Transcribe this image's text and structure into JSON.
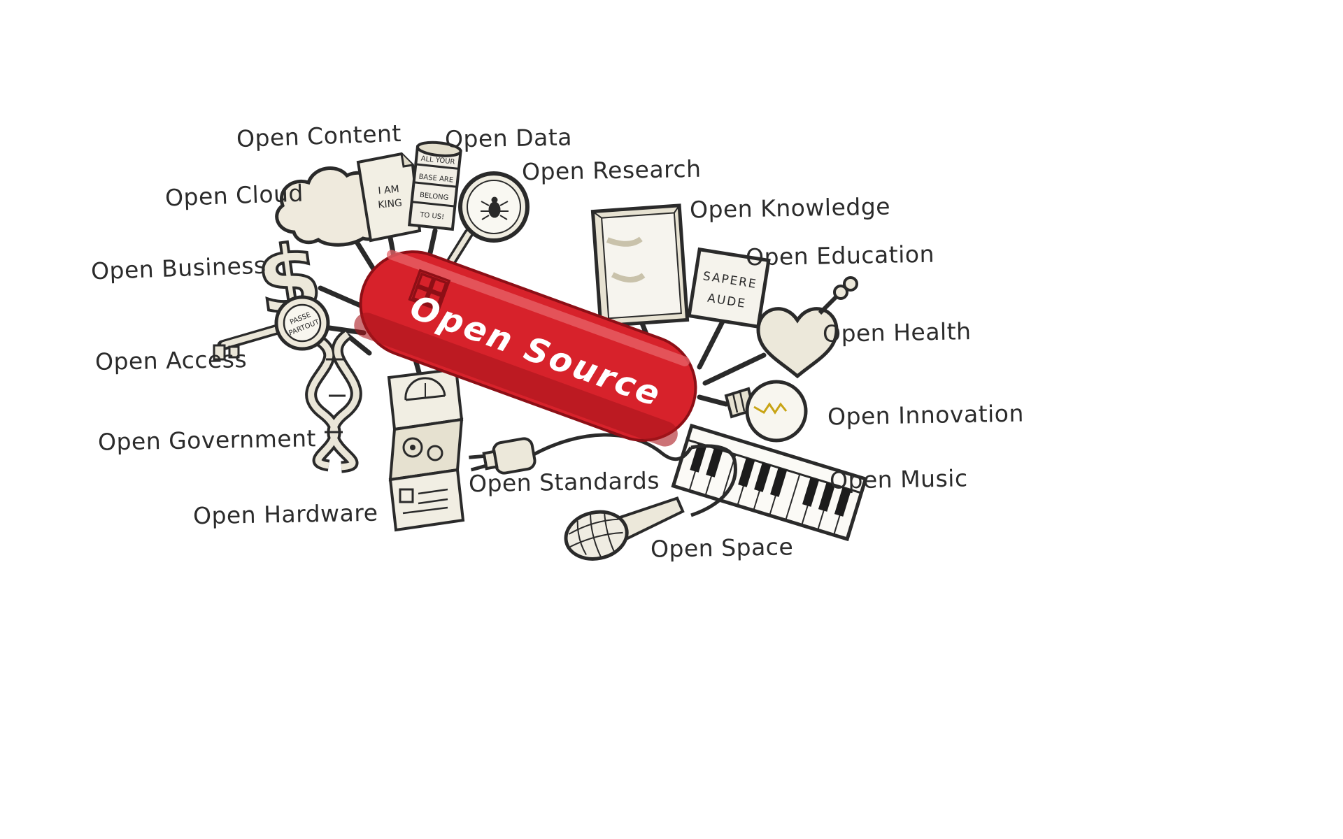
{
  "canvas": {
    "background": "#ffffff"
  },
  "center": {
    "label": "Open Source"
  },
  "colors": {
    "knife_red": "#d7222b",
    "knife_red_dark": "#aa151d",
    "knife_highlight": "#e8646a",
    "ink": "#2a2a2a",
    "paper": "#eae5d6",
    "paper_light": "#f6f4ec"
  },
  "labels": [
    {
      "id": "open-content",
      "text": "Open Content"
    },
    {
      "id": "open-data",
      "text": "Open Data"
    },
    {
      "id": "open-research",
      "text": "Open Research"
    },
    {
      "id": "open-cloud",
      "text": "Open Cloud"
    },
    {
      "id": "open-knowledge",
      "text": "Open Knowledge"
    },
    {
      "id": "open-business",
      "text": "Open Business"
    },
    {
      "id": "open-education",
      "text": "Open Education"
    },
    {
      "id": "open-health",
      "text": "Open Health"
    },
    {
      "id": "open-access",
      "text": "Open Access"
    },
    {
      "id": "open-innovation",
      "text": "Open Innovation"
    },
    {
      "id": "open-government",
      "text": "Open Government"
    },
    {
      "id": "open-music",
      "text": "Open Music"
    },
    {
      "id": "open-standards",
      "text": "Open Standards"
    },
    {
      "id": "open-hardware",
      "text": "Open Hardware"
    },
    {
      "id": "open-space",
      "text": "Open Space"
    }
  ],
  "inscriptions": {
    "paper_line1": "I AM",
    "paper_line2": "KING",
    "cans": [
      "ALL YOUR",
      "BASE ARE",
      "BELONG",
      "TO US!"
    ],
    "sign_line1": "SAPERE",
    "sign_line2": "AUDE",
    "key_tag_line1": "PASSE",
    "key_tag_line2": "PARTOUT"
  },
  "icons": [
    "swiss-knife-body",
    "dollar-icon",
    "cloud-icon",
    "paper-icon",
    "cans-icon",
    "magnifier-icon",
    "bug-icon",
    "book-icon",
    "sign-icon",
    "heart-icon",
    "winding-key-icon",
    "bulb-icon",
    "piano-icon",
    "plug-icon",
    "microphone-icon",
    "dna-icon",
    "key-icon",
    "schematic-icon"
  ]
}
